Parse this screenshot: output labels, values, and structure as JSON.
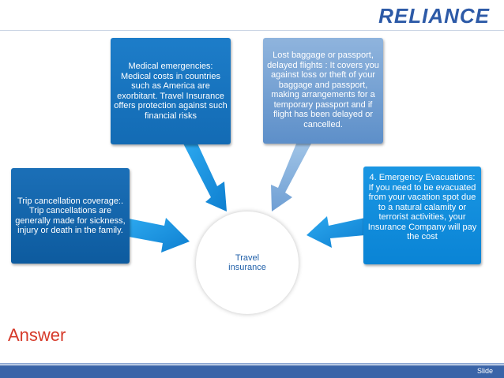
{
  "header": {
    "logo_text": "RELIANCE"
  },
  "diagram": {
    "center": "Travel insurance",
    "boxes": [
      {
        "id": "trip-cancellation",
        "text": "Trip cancellation coverage:. Trip cancellations are generally made for sickness, injury or death in the family."
      },
      {
        "id": "medical-emergencies",
        "text": "Medical emergencies: Medical costs in countries such as America are exorbitant. Travel Insurance offers protection against such financial risks"
      },
      {
        "id": "lost-baggage",
        "text": "Lost baggage or passport, delayed flights : It covers you against loss or theft of your baggage and passport, making arrangements for a temporary passport and if flight has been delayed or cancelled."
      },
      {
        "id": "emergency-evacuations",
        "text": "4. Emergency Evacuations: If you need to be evacuated from your vacation spot due to a natural calamity or terrorist activities, your Insurance Company will pay the cost"
      }
    ]
  },
  "footer": {
    "answer_label": "Answer",
    "slide_label": "Slide"
  },
  "colors": {
    "accent_red": "#d63a2a",
    "brand_blue": "#2d5aa7",
    "box_dark": "#0d5b9f",
    "box_light": "#8fb4dd"
  }
}
